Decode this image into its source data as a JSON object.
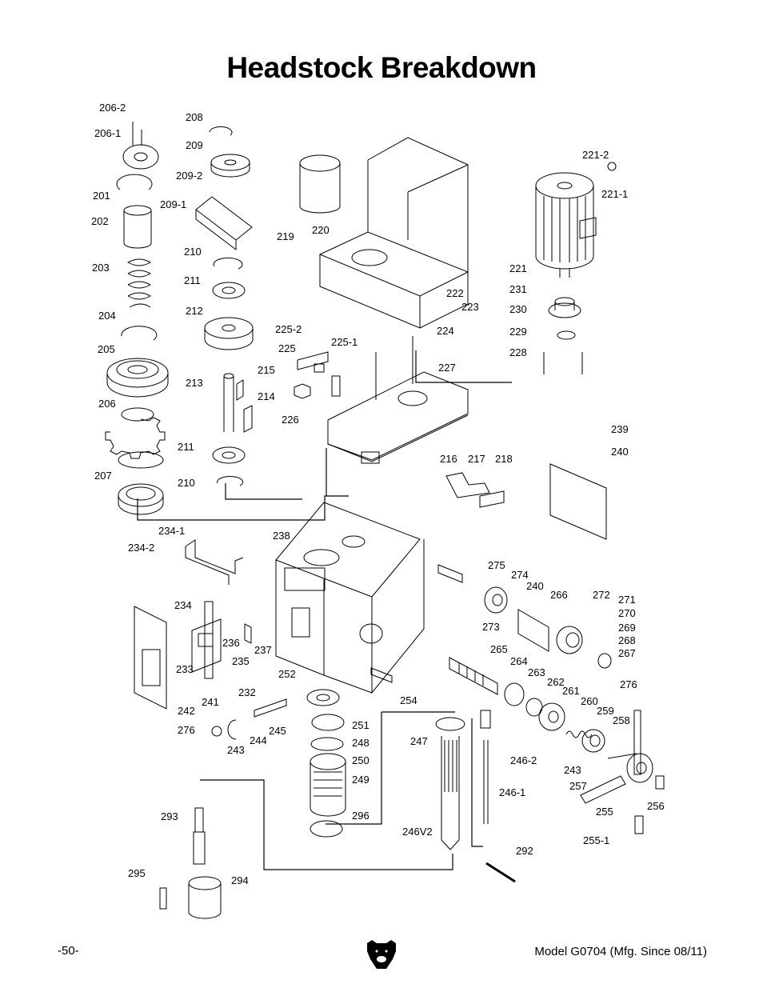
{
  "page": {
    "title": "Headstock Breakdown",
    "page_number": "-50-",
    "model": "Model G0704 (Mfg. Since 08/11)"
  },
  "labels": [
    "206-2",
    "206-1",
    "201",
    "202",
    "203",
    "204",
    "205",
    "206",
    "207",
    "208",
    "209",
    "209-2",
    "209-1",
    "210",
    "211",
    "212",
    "213",
    "215",
    "214",
    "211",
    "210",
    "219",
    "220",
    "221-2",
    "221-1",
    "221",
    "231",
    "230",
    "229",
    "228",
    "222",
    "223",
    "224",
    "225-2",
    "225",
    "225-1",
    "226",
    "227",
    "216",
    "217",
    "218",
    "239",
    "240",
    "234-1",
    "234-2",
    "238",
    "234",
    "236",
    "237",
    "235",
    "233",
    "232",
    "241",
    "242",
    "276",
    "243",
    "244",
    "245",
    "252",
    "251",
    "248",
    "250",
    "249",
    "296",
    "254",
    "275",
    "274",
    "240",
    "266",
    "272",
    "271",
    "270",
    "269",
    "268",
    "267",
    "276",
    "273",
    "265",
    "264",
    "263",
    "262",
    "261",
    "260",
    "259",
    "258",
    "247",
    "246-2",
    "246-1",
    "246V2",
    "243",
    "257",
    "256",
    "255",
    "255-1",
    "293",
    "295",
    "294",
    "292"
  ]
}
